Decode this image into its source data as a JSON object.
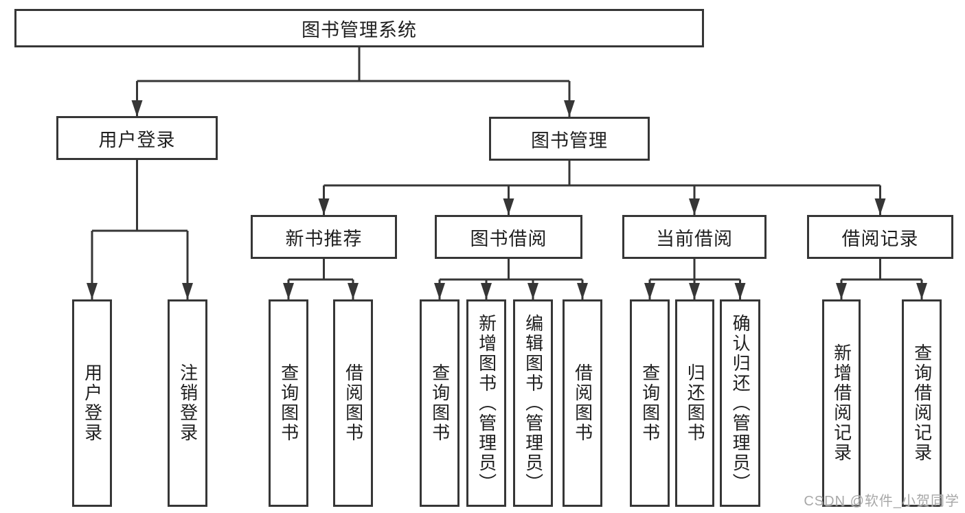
{
  "nodes": {
    "root": {
      "label": "图书管理系统"
    },
    "level2": [
      {
        "label": "用户登录"
      },
      {
        "label": "图书管理"
      }
    ],
    "level3": [
      {
        "label": "新书推荐",
        "parent": "图书管理"
      },
      {
        "label": "图书借阅",
        "parent": "图书管理"
      },
      {
        "label": "当前借阅",
        "parent": "图书管理"
      },
      {
        "label": "借阅记录",
        "parent": "图书管理"
      }
    ],
    "leaves": [
      {
        "label": "用户登录",
        "parent": "用户登录"
      },
      {
        "label": "注销登录",
        "parent": "用户登录"
      },
      {
        "label": "查询图书",
        "parent": "新书推荐"
      },
      {
        "label": "借阅图书",
        "parent": "新书推荐"
      },
      {
        "label": "查询图书",
        "parent": "图书借阅"
      },
      {
        "label": "新增图书（管理员）",
        "parent": "图书借阅"
      },
      {
        "label": "编辑图书（管理员）",
        "parent": "图书借阅"
      },
      {
        "label": "借阅图书",
        "parent": "图书借阅"
      },
      {
        "label": "查询图书",
        "parent": "当前借阅"
      },
      {
        "label": "归还图书",
        "parent": "当前借阅"
      },
      {
        "label": "确认归还（管理员）",
        "parent": "当前借阅"
      },
      {
        "label": "新增借阅记录",
        "parent": "借阅记录"
      },
      {
        "label": "查询借阅记录",
        "parent": "借阅记录"
      }
    ]
  },
  "watermark": {
    "text": "CSDN @软件_小贺同学"
  },
  "colors": {
    "line": "#363636",
    "text": "#1f1f1f",
    "box-bg": "#ffffff",
    "watermark": "#a8a8a8",
    "page-bg": "#ffffff"
  }
}
